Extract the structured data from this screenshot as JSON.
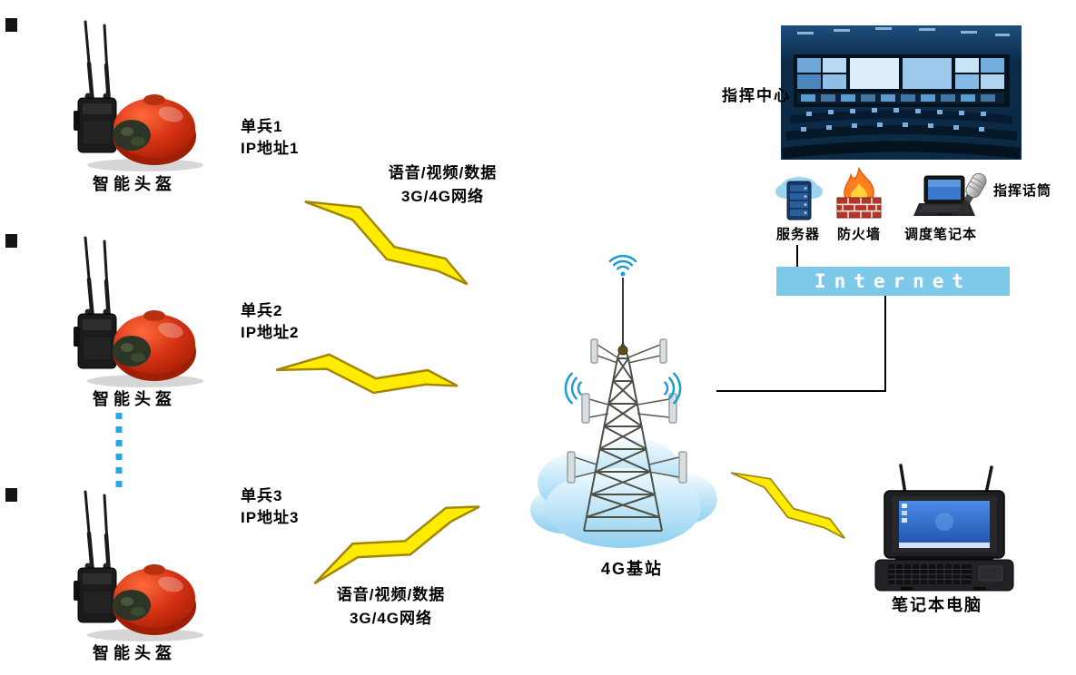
{
  "diagram": {
    "soldiers": [
      {
        "name": "单兵1",
        "ip": "IP地址1",
        "helmet_label": "智能头盔"
      },
      {
        "name": "单兵2",
        "ip": "IP地址2",
        "helmet_label": "智能头盔"
      },
      {
        "name": "单兵3",
        "ip": "IP地址3",
        "helmet_label": "智能头盔"
      }
    ],
    "link_notes": {
      "top": {
        "line1": "语音/视频/数据",
        "line2": "3G/4G网络"
      },
      "bottom": {
        "line1": "语音/视频/数据",
        "line2": "3G/4G网络"
      }
    },
    "base_station": {
      "label": "4G基站"
    },
    "command_center": {
      "label": "指挥中心"
    },
    "equipment": {
      "server": "服务器",
      "firewall": "防火墙",
      "dispatch_laptop": "调度笔记本",
      "microphone": "指挥话筒"
    },
    "internet": {
      "label": "Internet"
    },
    "field_laptop": {
      "label": "笔记本电脑"
    },
    "colors": {
      "bolt_fill": "#ffec00",
      "bolt_stroke": "#a38608",
      "internet_bar": "#7ec9ea",
      "cloud_top": "#f2fbff",
      "cloud_bottom": "#8fd0f1",
      "wifi_blue": "#1e9cd7",
      "ellipsis_blue": "#29a8e0",
      "helmet_red": "#d63214",
      "text": "#000000"
    },
    "icons": {
      "smart-helmet-icon": "red helmet with body-worn radio and antennas",
      "lightning-bolt-icon": "yellow zigzag wireless link",
      "cell-tower-icon": "lattice 4G tower",
      "network-cloud-icon": "blue cloud",
      "wifi-signal-icon": "radio wave arcs",
      "command-center-photo": "control room picture",
      "server-icon": "server rack with cloud",
      "firewall-icon": "flame over brick wall",
      "dispatch-laptop-icon": "small laptop",
      "microphone-icon": "handheld microphone",
      "rugged-laptop-icon": "portable field laptop",
      "more-units-ellipsis": "blue dashed continuation line"
    }
  }
}
